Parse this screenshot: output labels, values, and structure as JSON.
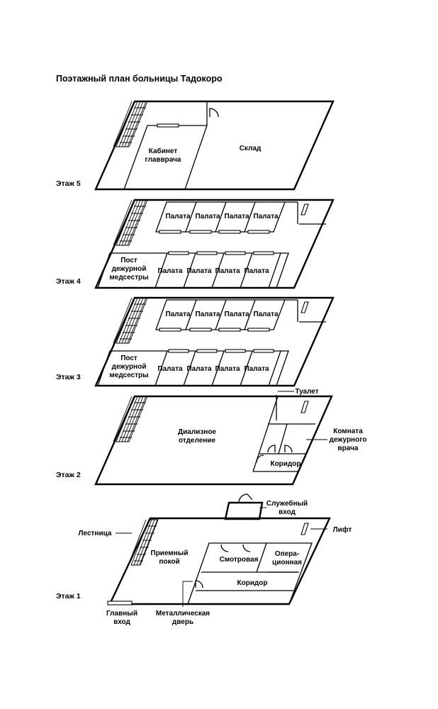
{
  "title": "Поэтажный план больницы Тадокоро",
  "floors": {
    "f5": {
      "label": "Этаж 5",
      "director_office": [
        "Кабинет",
        "главврача"
      ],
      "storage": "Склад"
    },
    "f4": {
      "label": "Этаж 4",
      "wards_top": [
        "Палата",
        "Палата",
        "Палата",
        "Палата"
      ],
      "nurse_station": [
        "Пост",
        "дежурной",
        "медсестры"
      ],
      "wards_bottom": [
        "Палата",
        "Палата",
        "Палата",
        "Палата"
      ]
    },
    "f3": {
      "label": "Этаж 3",
      "wards_top": [
        "Палата",
        "Палата",
        "Палата",
        "Палата"
      ],
      "nurse_station": [
        "Пост",
        "дежурной",
        "медсестры"
      ],
      "wards_bottom": [
        "Палата",
        "Палата",
        "Палата",
        "Палата"
      ]
    },
    "f2": {
      "label": "Этаж 2",
      "dialysis": [
        "Диализное",
        "отделение"
      ],
      "toilet": "Туалет",
      "doctor_room": [
        "Комната",
        "дежурного",
        "врача"
      ],
      "corridor": "Коридор"
    },
    "f1": {
      "label": "Этаж 1",
      "service_entrance": [
        "Служебный",
        "вход"
      ],
      "stairs": "Лестница",
      "elevator": "Лифт",
      "reception": [
        "Приемный",
        "покой"
      ],
      "exam_room": "Смотровая",
      "operating_room": [
        "Опера-",
        "ционная"
      ],
      "corridor": "Коридор",
      "main_entrance": [
        "Главный",
        "вход"
      ],
      "metal_door": [
        "Металлическая",
        "дверь"
      ]
    }
  }
}
